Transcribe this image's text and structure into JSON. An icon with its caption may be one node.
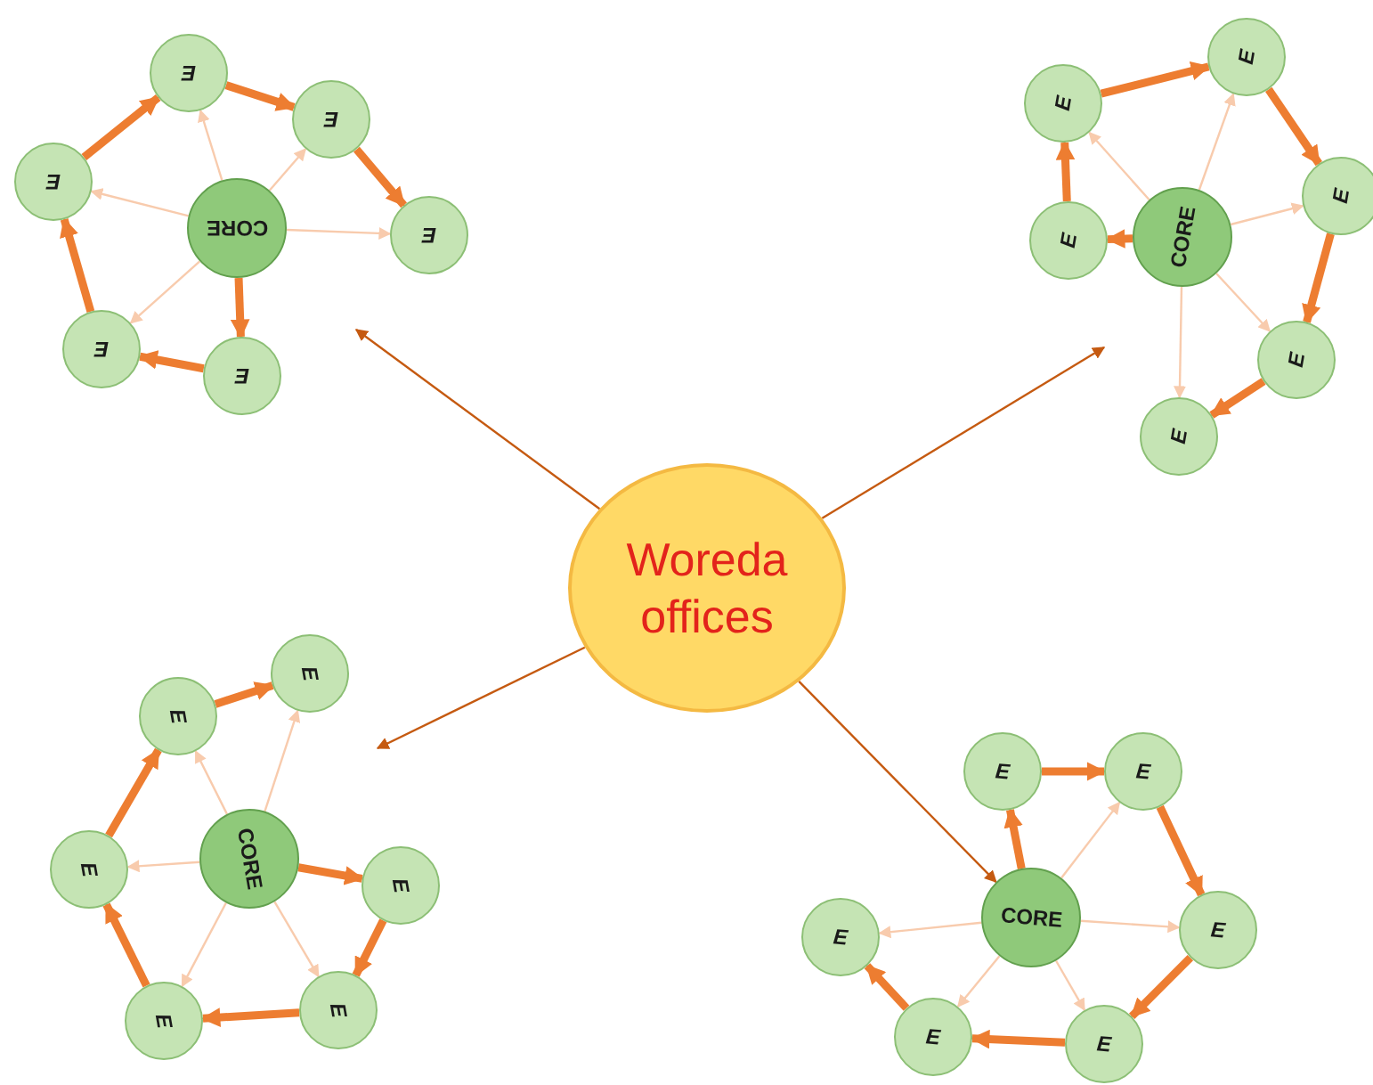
{
  "diagram": {
    "nodes": [
      {
        "text": [
          "Woreda offices"
        ]
      },
      {
        "text": [
          "CORE"
        ]
      },
      {
        "text": [
          "E"
        ]
      },
      {
        "text": [
          "E"
        ]
      },
      {
        "text": [
          "E"
        ]
      },
      {
        "text": [
          "E"
        ]
      },
      {
        "text": [
          "E"
        ]
      },
      {
        "text": [
          "E"
        ]
      },
      {
        "text": [
          "CORE"
        ]
      },
      {
        "text": [
          "E"
        ]
      },
      {
        "text": [
          "E"
        ]
      },
      {
        "text": [
          "E"
        ]
      },
      {
        "text": [
          "E"
        ]
      },
      {
        "text": [
          "E"
        ]
      },
      {
        "text": [
          "E"
        ]
      },
      {
        "text": [
          "CORE"
        ]
      },
      {
        "text": [
          "E"
        ]
      },
      {
        "text": [
          "E"
        ]
      },
      {
        "text": [
          "E"
        ]
      },
      {
        "text": [
          "E"
        ]
      },
      {
        "text": [
          "E"
        ]
      },
      {
        "text": [
          "E"
        ]
      },
      {
        "text": [
          "CORE"
        ]
      },
      {
        "text": [
          "E"
        ]
      },
      {
        "text": [
          "E"
        ]
      },
      {
        "text": [
          "E"
        ]
      },
      {
        "text": [
          "E"
        ]
      },
      {
        "text": [
          "E"
        ]
      },
      {
        "text": [
          "E"
        ]
      }
    ],
    "edges": [
      {
        "from": 0,
        "to": null,
        "arrow": "to",
        "color": "#c55a11"
      },
      {
        "from": 0,
        "to": null,
        "arrow": "to",
        "color": "#c55a11"
      },
      {
        "from": 0,
        "to": null,
        "arrow": "to",
        "color": "#c55a11"
      },
      {
        "from": 0,
        "to": 22,
        "arrow": "to",
        "color": "#c55a11"
      },
      {
        "from": 1,
        "to": 2,
        "arrow": "to",
        "style": "thick"
      },
      {
        "from": 2,
        "to": 3,
        "arrow": "to",
        "style": "thick"
      },
      {
        "from": 3,
        "to": 4,
        "arrow": "to",
        "style": "thick"
      },
      {
        "from": 4,
        "to": 5,
        "arrow": "to",
        "style": "thick"
      },
      {
        "from": 5,
        "to": 6,
        "arrow": "to",
        "style": "thick"
      },
      {
        "from": 6,
        "to": 7,
        "arrow": "to",
        "style": "thick"
      },
      {
        "from": 1,
        "to": 3,
        "arrow": "to",
        "color": "#f8cbad"
      },
      {
        "from": 1,
        "to": 4,
        "arrow": "to",
        "color": "#f8cbad"
      },
      {
        "from": 1,
        "to": 5,
        "arrow": "to",
        "color": "#f8cbad"
      },
      {
        "from": 1,
        "to": 6,
        "arrow": "to",
        "color": "#f8cbad"
      },
      {
        "from": 1,
        "to": 7,
        "arrow": "to",
        "color": "#f8cbad"
      },
      {
        "from": 8,
        "to": 9,
        "arrow": "to",
        "style": "thick"
      },
      {
        "from": 9,
        "to": 10,
        "arrow": "to",
        "style": "thick"
      },
      {
        "from": 10,
        "to": 11,
        "arrow": "to",
        "style": "thick"
      },
      {
        "from": 11,
        "to": 12,
        "arrow": "to",
        "style": "thick"
      },
      {
        "from": 12,
        "to": 13,
        "arrow": "to",
        "style": "thick"
      },
      {
        "from": 13,
        "to": 14,
        "arrow": "to",
        "style": "thick"
      },
      {
        "from": 8,
        "to": 10,
        "arrow": "to",
        "color": "#f8cbad"
      },
      {
        "from": 8,
        "to": 11,
        "arrow": "to",
        "color": "#f8cbad"
      },
      {
        "from": 8,
        "to": 12,
        "arrow": "to",
        "color": "#f8cbad"
      },
      {
        "from": 8,
        "to": 13,
        "arrow": "to",
        "color": "#f8cbad"
      },
      {
        "from": 8,
        "to": 14,
        "arrow": "to",
        "color": "#f8cbad"
      },
      {
        "from": 15,
        "to": 16,
        "arrow": "to",
        "style": "thick"
      },
      {
        "from": 16,
        "to": 17,
        "arrow": "to",
        "style": "thick"
      },
      {
        "from": 17,
        "to": 18,
        "arrow": "to",
        "style": "thick"
      },
      {
        "from": 18,
        "to": 19,
        "arrow": "to",
        "style": "thick"
      },
      {
        "from": 19,
        "to": 20,
        "arrow": "to",
        "style": "thick"
      },
      {
        "from": 20,
        "to": 21,
        "arrow": "to",
        "style": "thick"
      },
      {
        "from": 15,
        "to": 17,
        "arrow": "to",
        "color": "#f8cbad"
      },
      {
        "from": 15,
        "to": 18,
        "arrow": "to",
        "color": "#f8cbad"
      },
      {
        "from": 15,
        "to": 19,
        "arrow": "to",
        "color": "#f8cbad"
      },
      {
        "from": 15,
        "to": 20,
        "arrow": "to",
        "color": "#f8cbad"
      },
      {
        "from": 15,
        "to": 21,
        "arrow": "to",
        "color": "#f8cbad"
      },
      {
        "from": 22,
        "to": 23,
        "arrow": "to",
        "style": "thick"
      },
      {
        "from": 23,
        "to": 24,
        "arrow": "to",
        "style": "thick"
      },
      {
        "from": 24,
        "to": 25,
        "arrow": "to",
        "style": "thick"
      },
      {
        "from": 25,
        "to": 26,
        "arrow": "to",
        "style": "thick"
      },
      {
        "from": 26,
        "to": 27,
        "arrow": "to",
        "style": "thick"
      },
      {
        "from": 27,
        "to": 28,
        "arrow": "to",
        "style": "thick"
      },
      {
        "from": 22,
        "to": 24,
        "arrow": "to",
        "color": "#f8cbad"
      },
      {
        "from": 22,
        "to": 25,
        "arrow": "to",
        "color": "#f8cbad"
      },
      {
        "from": 22,
        "to": 26,
        "arrow": "to",
        "color": "#f8cbad"
      },
      {
        "from": 22,
        "to": 27,
        "arrow": "to",
        "color": "#f8cbad"
      },
      {
        "from": 22,
        "to": 28,
        "arrow": "to",
        "color": "#f8cbad"
      }
    ]
  }
}
